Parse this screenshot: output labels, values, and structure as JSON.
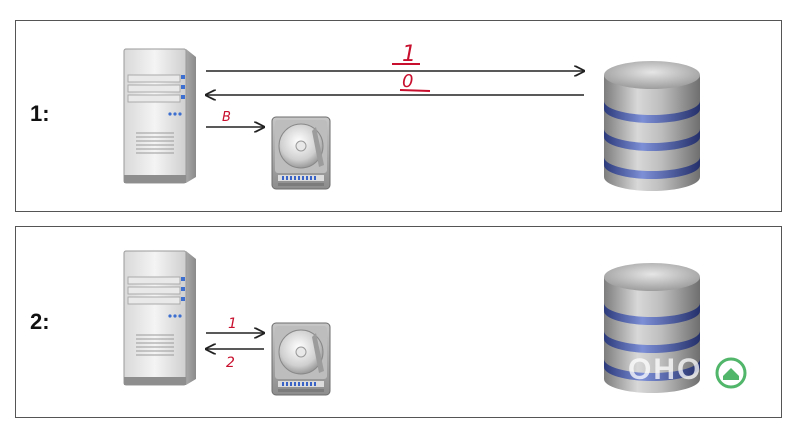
{
  "panels": [
    {
      "label": "1:",
      "arrows": [
        {
          "from": "server",
          "to": "database",
          "label": "1"
        },
        {
          "from": "database",
          "to": "server",
          "label": "0"
        },
        {
          "from": "server",
          "to": "hard-drive",
          "label": "B"
        }
      ]
    },
    {
      "label": "2:",
      "arrows": [
        {
          "from": "server",
          "to": "hard-drive",
          "label": "1"
        },
        {
          "from": "hard-drive",
          "to": "server",
          "label": "2"
        }
      ]
    }
  ],
  "watermark": {
    "text": "OHO",
    "subtext": ""
  },
  "colors": {
    "annotation": "#c8102e",
    "border": "#555555",
    "db_band": "#4a5fb0"
  }
}
